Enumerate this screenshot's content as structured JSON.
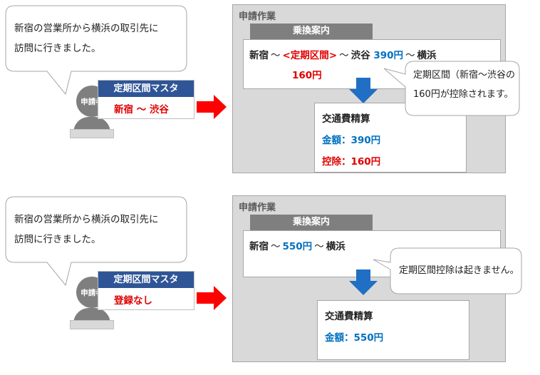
{
  "scenarios": [
    {
      "bubble_text": "新宿の営業所から横浜の取引先に\n訪問に行きました。",
      "person_label": "申請者",
      "master": {
        "title": "定期区間マスタ",
        "value": "新宿 〜 渋谷"
      },
      "panel_title": "申請作業",
      "transfer_title": "乗換案内",
      "route": {
        "from": "新宿",
        "sep": "〜",
        "commuter": "<定期区間>",
        "via": "渋谷",
        "via_fare": "390円",
        "to": "横浜",
        "commuter_fare": "160円"
      },
      "settlement": {
        "title": "交通費精算",
        "amount_line": "金額：390円",
        "deduct_line": "控除：160円"
      },
      "note": "定期区間（新宿〜渋谷の\n160円が控除されます。"
    },
    {
      "bubble_text": "新宿の営業所から横浜の取引先に\n訪問に行きました。",
      "person_label": "申請者",
      "master": {
        "title": "定期区間マスタ",
        "value": "登録なし"
      },
      "panel_title": "申請作業",
      "transfer_title": "乗換案内",
      "route": {
        "from": "新宿",
        "sep": "〜",
        "fare": "550円",
        "to": "横浜"
      },
      "settlement": {
        "title": "交通費精算",
        "amount_line": "金額：550円"
      },
      "note": "定期区間控除は起きません。"
    }
  ],
  "colors": {
    "accent_blue": "#2f5597",
    "fare_blue": "#0070c0",
    "alert_red": "#e00000",
    "arrow_blue": "#1f6fc5",
    "arrow_red": "#ff0000"
  }
}
